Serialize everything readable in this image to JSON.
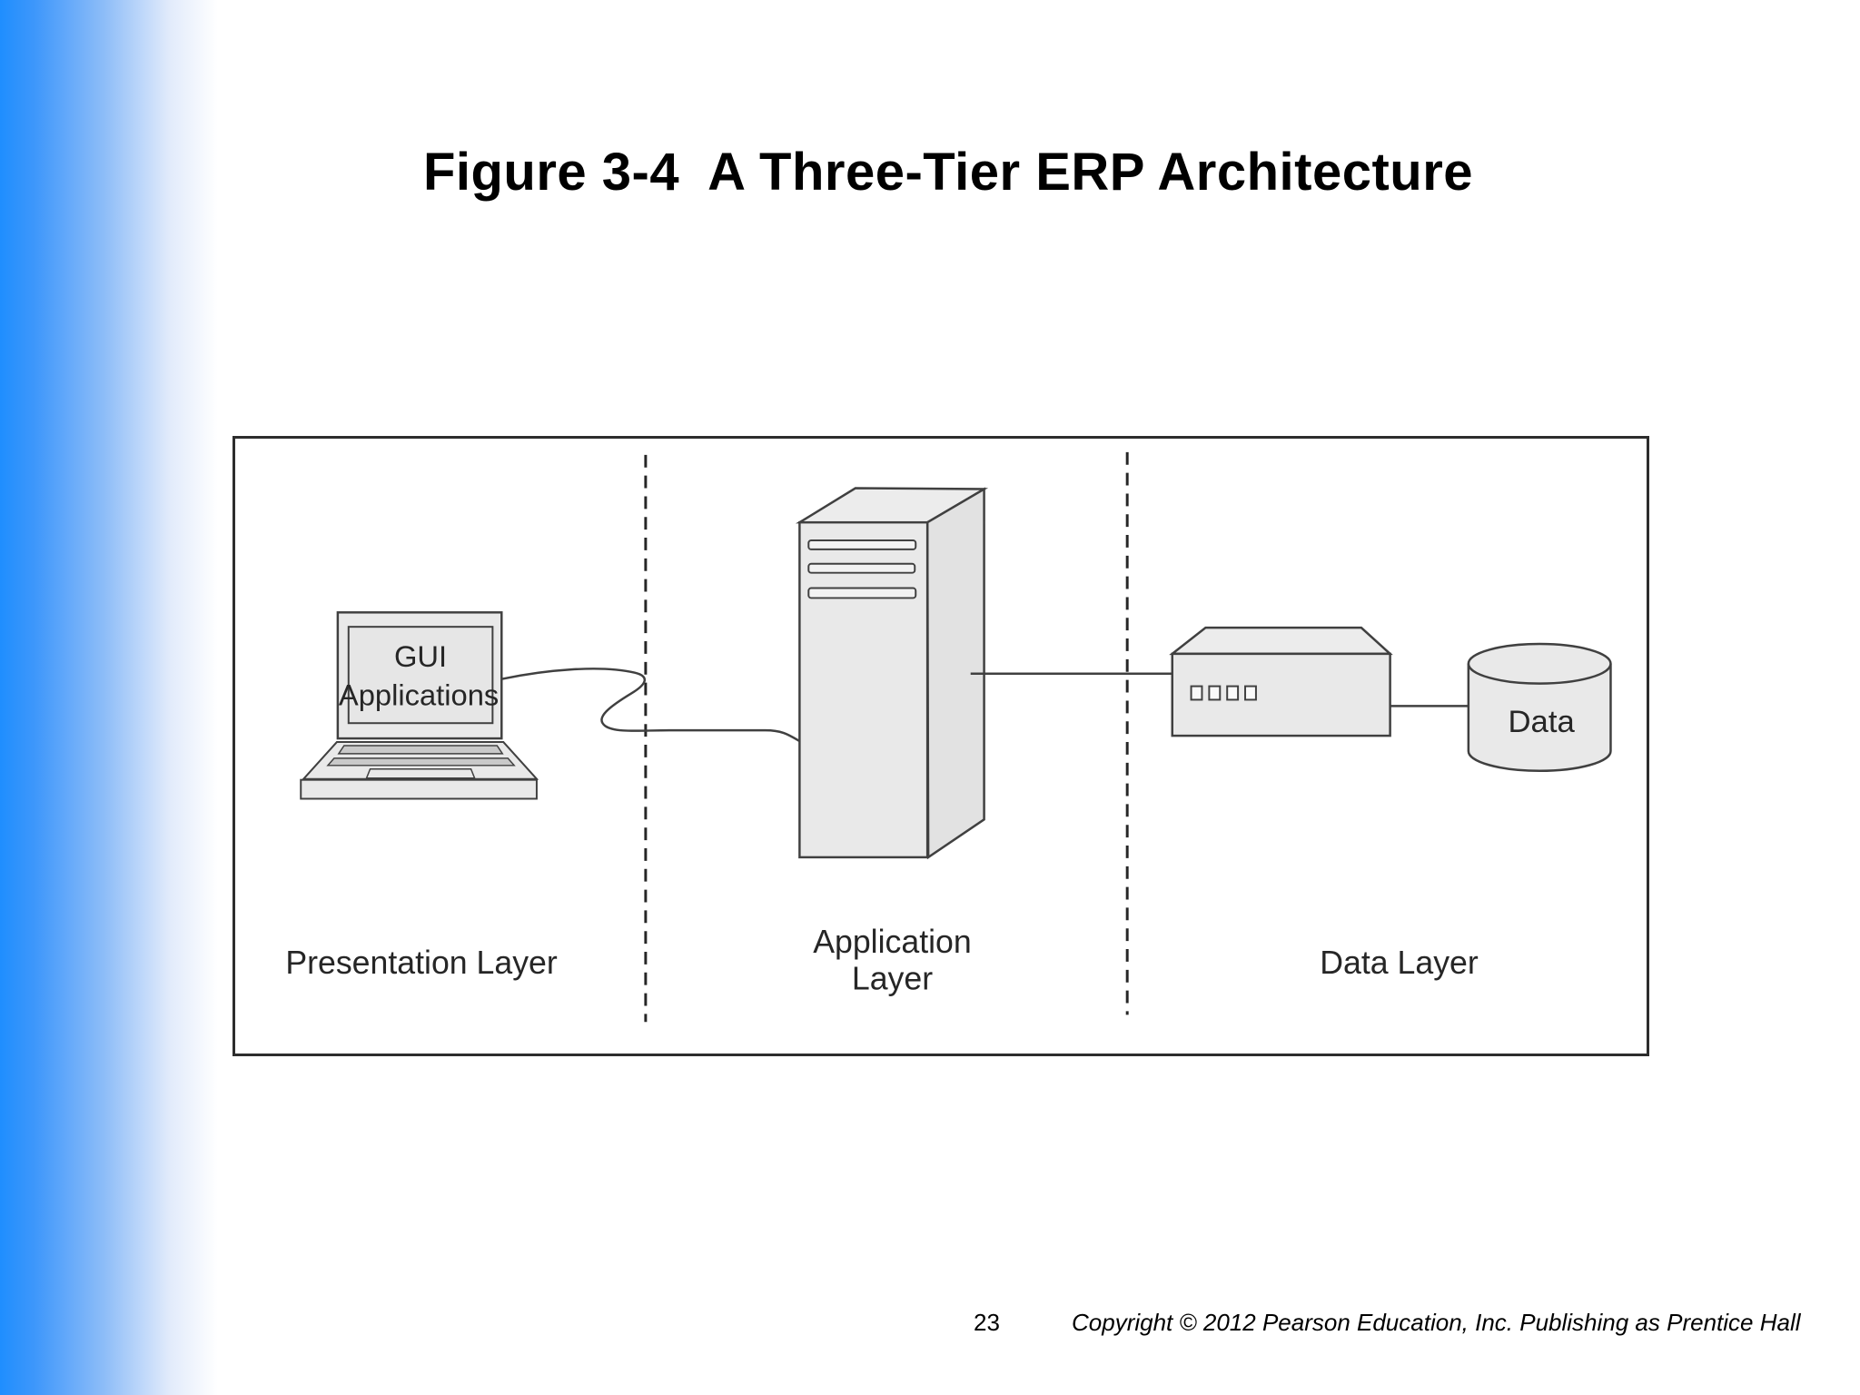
{
  "slide": {
    "title": "Figure 3-4  A Three-Tier ERP Architecture",
    "page_number": "23",
    "copyright": "Copyright  © 2012 Pearson Education, Inc. Publishing as Prentice Hall"
  },
  "diagram": {
    "laptop": {
      "screen_line1": "GUI",
      "screen_line2": "Applications"
    },
    "database": {
      "label": "Data"
    },
    "layers": [
      {
        "id": "presentation",
        "lines": [
          "Presentation Layer"
        ]
      },
      {
        "id": "application",
        "lines": [
          "Application",
          "Layer"
        ]
      },
      {
        "id": "data",
        "lines": [
          "Data Layer"
        ]
      }
    ],
    "colors": {
      "accent_blue": "#1f8efe",
      "shape_fill": "#e9e9e9",
      "shape_stroke": "#404040",
      "divider": "#262626"
    }
  }
}
